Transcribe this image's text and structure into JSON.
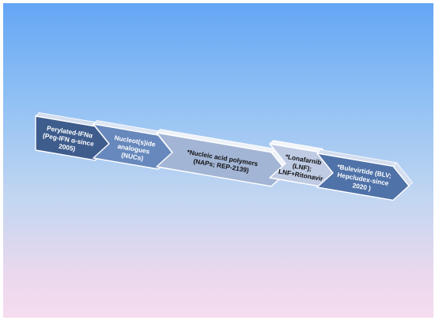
{
  "timeline": {
    "steps": [
      {
        "lines": [
          "Perylated-IFNα",
          "(Peg-IFN α-since",
          "2005)"
        ],
        "colors": {
          "front": "#3e5c8c",
          "top": "#d4def0",
          "text": "#ffffff"
        }
      },
      {
        "lines": [
          "Nucleot(s)ide",
          "analogues",
          "(NUCs)"
        ],
        "colors": {
          "front": "#6788bc",
          "top": "#dde6f5",
          "text": "#ffffff"
        }
      },
      {
        "lines": [
          "*Nucleic acid polymers",
          "(NAPs; REP-2139)"
        ],
        "colors": {
          "front": "#a3b5d5",
          "top": "#eef2f9",
          "text": "#111111"
        }
      },
      {
        "lines": [
          "*Lonafarnib",
          "(LNF);",
          "LNF+Ritonavir"
        ],
        "colors": {
          "front": "#bfcbe3",
          "top": "#f2f5fa",
          "text": "#111111"
        }
      },
      {
        "lines": [
          "*Bulevirtide (BLV;",
          "Hepcludex-since",
          "2020 )"
        ],
        "colors": {
          "front": "#4f72a8",
          "top": "#d4def0",
          "text": "#ffffff"
        }
      }
    ]
  }
}
